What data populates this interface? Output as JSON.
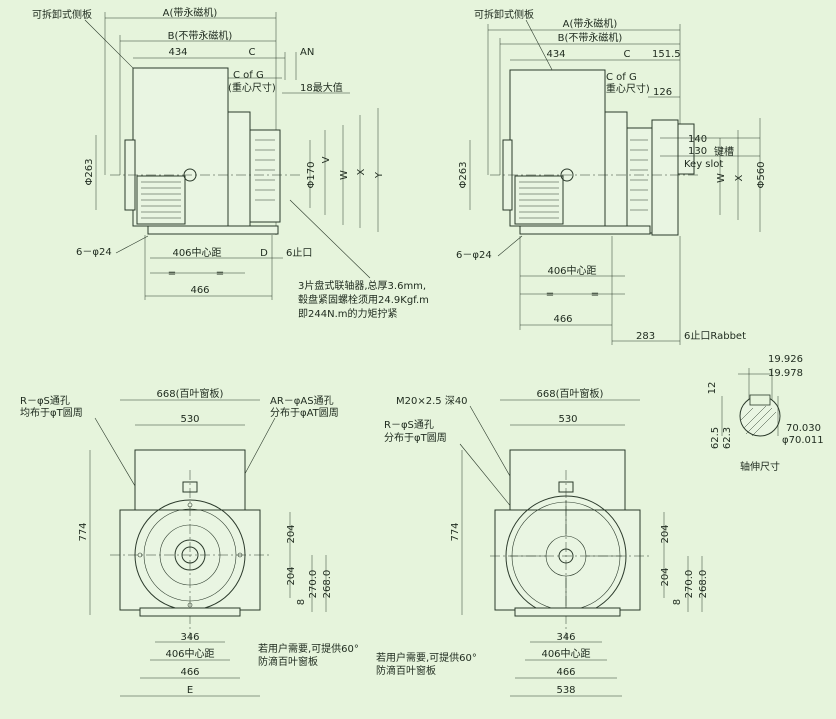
{
  "view_a": {
    "removable_side_panel": "可拆卸式侧板",
    "dim_a": "A(带永磁机)",
    "dim_b": "B(不带永磁机)",
    "dim_434": "434",
    "dim_c": "C",
    "dim_an": "AN",
    "cog_line1": "C of G",
    "cog_line2": "(重心尺寸)",
    "max_18": "18最大值",
    "dia_263": "Φ263",
    "dia_170": "Φ170",
    "dim_v": "V",
    "dim_w": "W",
    "dim_x": "X",
    "dim_y": "Y",
    "holes": "6－φ24",
    "center_406": "406中心距",
    "dim_d": "D",
    "rabbet_6": "6止口",
    "eq_1": "=",
    "eq_2": "=",
    "dim_466": "466",
    "note_line1": "3片盘式联轴器,总厚3.6mm,",
    "note_line2": "毂盘紧固螺栓须用24.9Kgf.m",
    "note_line3": "即244N.m的力矩拧紧"
  },
  "view_b": {
    "removable_side_panel": "可拆卸式侧板",
    "dim_a": "A(带永磁机)",
    "dim_b": "B(不带永磁机)",
    "dim_434": "434",
    "dim_c": "C",
    "dim_151": "151.5",
    "cog_line1": "C of G",
    "cog_line2": "(重心尺寸)",
    "dim_126": "126",
    "dim_140": "140",
    "dim_130": "130",
    "keyslot_cn": "键槽",
    "keyslot_en": "Key slot",
    "dia_263": "Φ263",
    "dim_w": "W",
    "dim_x": "X",
    "dia_560": "Φ560",
    "holes": "6－φ24",
    "center_406": "406中心距",
    "eq_1": "=",
    "eq_2": "=",
    "dim_466": "466",
    "dim_283": "283",
    "rabbet": "6止口Rabbet"
  },
  "view_c": {
    "holes_label_1": "R－φS通孔",
    "holes_label_2": "均布于φT圆周",
    "louver_668": "668(百叶窗板)",
    "ar_label_1": "AR－φAS通孔",
    "ar_label_2": "分布于φAT圆周",
    "dim_530": "530",
    "dim_774": "774",
    "dim_204a": "204",
    "dim_204b": "204",
    "dim_270": "270.0",
    "dim_268": "268.0",
    "dim_8": "8",
    "dim_346": "346",
    "center_406": "406中心距",
    "dim_466": "466",
    "dim_e": "E",
    "louver_note_1": "若用户需要,可提供60°",
    "louver_note_2": "防滴百叶窗板"
  },
  "view_d": {
    "thread": "M20×2.5 深40",
    "louver_668": "668(百叶窗板)",
    "holes_label_1": "R－φS通孔",
    "holes_label_2": "分布于φT圆周",
    "dim_530": "530",
    "dim_774": "774",
    "dim_204a": "204",
    "dim_204b": "204",
    "dim_270": "270.0",
    "dim_268": "268.0",
    "dim_8": "8",
    "dim_346": "346",
    "center_406": "406中心距",
    "dim_466": "466",
    "dim_538": "538",
    "louver_note_1": "若用户需要,可提供60°",
    "louver_note_2": "防滴百叶窗板"
  },
  "shaft": {
    "dim_19926": "19.926",
    "dim_19978": "19.978",
    "dim_12": "12",
    "dim_625": "62.5",
    "dim_623": "62.3",
    "dim_70030": "70.030",
    "dim_70011": "φ70.011",
    "caption": "轴伸尺寸"
  }
}
